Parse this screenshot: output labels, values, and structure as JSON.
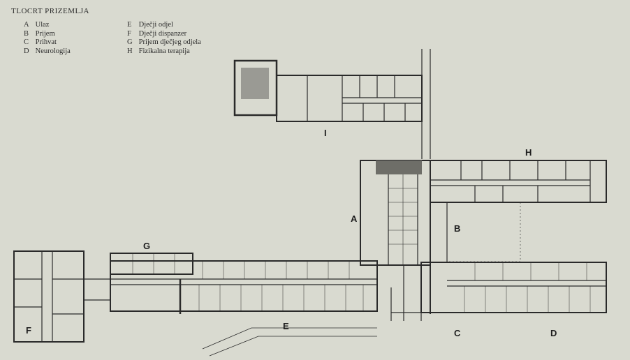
{
  "title": "TLOCRT PRIZEMLJA",
  "legend": [
    {
      "key": "A",
      "label": "Ulaz"
    },
    {
      "key": "B",
      "label": "Prijem"
    },
    {
      "key": "C",
      "label": "Prihvat"
    },
    {
      "key": "D",
      "label": "Neurologija"
    },
    {
      "key": "E",
      "label": "Dječji odjel"
    },
    {
      "key": "F",
      "label": "Dječji dispanzer"
    },
    {
      "key": "G",
      "label": "Prijem dječjeg odjela"
    },
    {
      "key": "H",
      "label": "Fizikalna terapija"
    }
  ],
  "plan_labels": {
    "A": "A",
    "B": "B",
    "C": "C",
    "D": "D",
    "E": "E",
    "F": "F",
    "G": "G",
    "H": "H",
    "I": "I"
  },
  "colors": {
    "background": "#d9dad0",
    "ink": "#2a2a2a"
  }
}
